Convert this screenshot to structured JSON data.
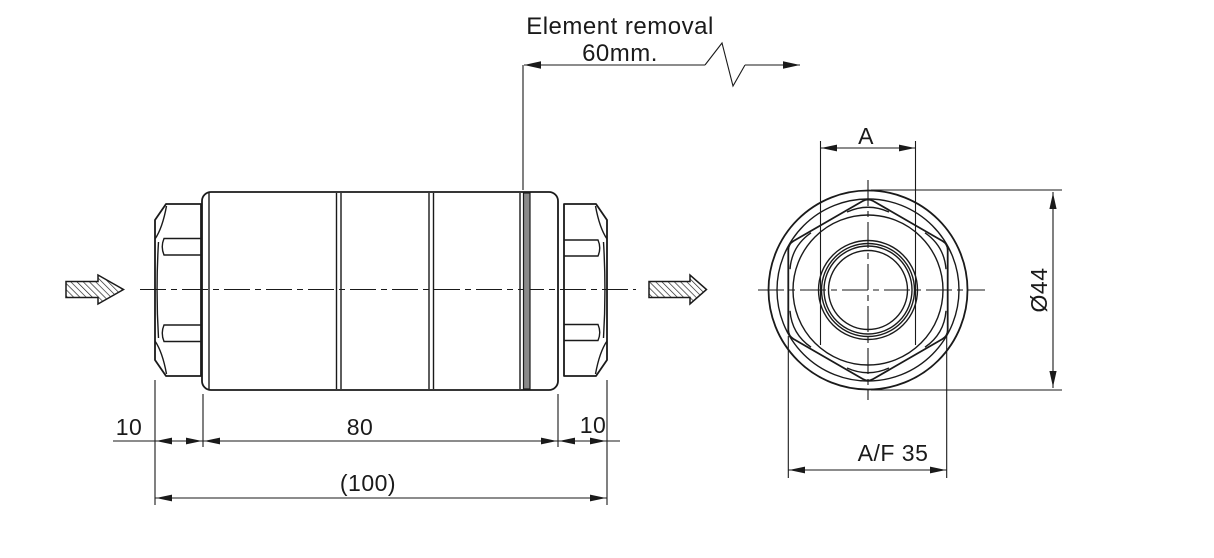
{
  "note": {
    "line1": "Element removal",
    "line2": "60mm."
  },
  "side_view": {
    "dim_port_left": "10",
    "dim_body_length": "80",
    "dim_port_right": "10",
    "dim_overall_length": "(100)"
  },
  "end_view": {
    "dim_port_thread": "A",
    "dim_body_diameter": "Ø44",
    "dim_across_flats": "A/F 35"
  },
  "icons": {
    "inlet_flow": "hatched-arrow-right",
    "outlet_flow": "hatched-arrow-right"
  },
  "colors": {
    "line": "#1a1a1a",
    "background": "#ffffff",
    "seam_fill": "#8a8a8a"
  }
}
